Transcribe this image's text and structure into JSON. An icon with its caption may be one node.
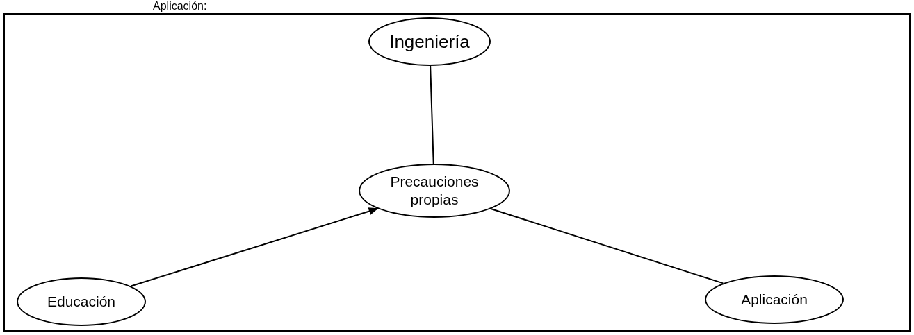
{
  "diagram": {
    "nodes": [
      {
        "text": [
          "Ingeniería"
        ]
      },
      {
        "text": [
          "Precauciones propias"
        ]
      },
      {
        "text": [
          "Educación"
        ]
      },
      {
        "text": [
          "Aplicación"
        ]
      }
    ],
    "edges": [
      {
        "from": 0,
        "to": 1,
        "arrow": "none"
      },
      {
        "from": 2,
        "to": 1,
        "arrow": "to"
      },
      {
        "from": 1,
        "to": 3,
        "arrow": "none"
      }
    ],
    "labels": [
      "Aplicación:"
    ]
  }
}
